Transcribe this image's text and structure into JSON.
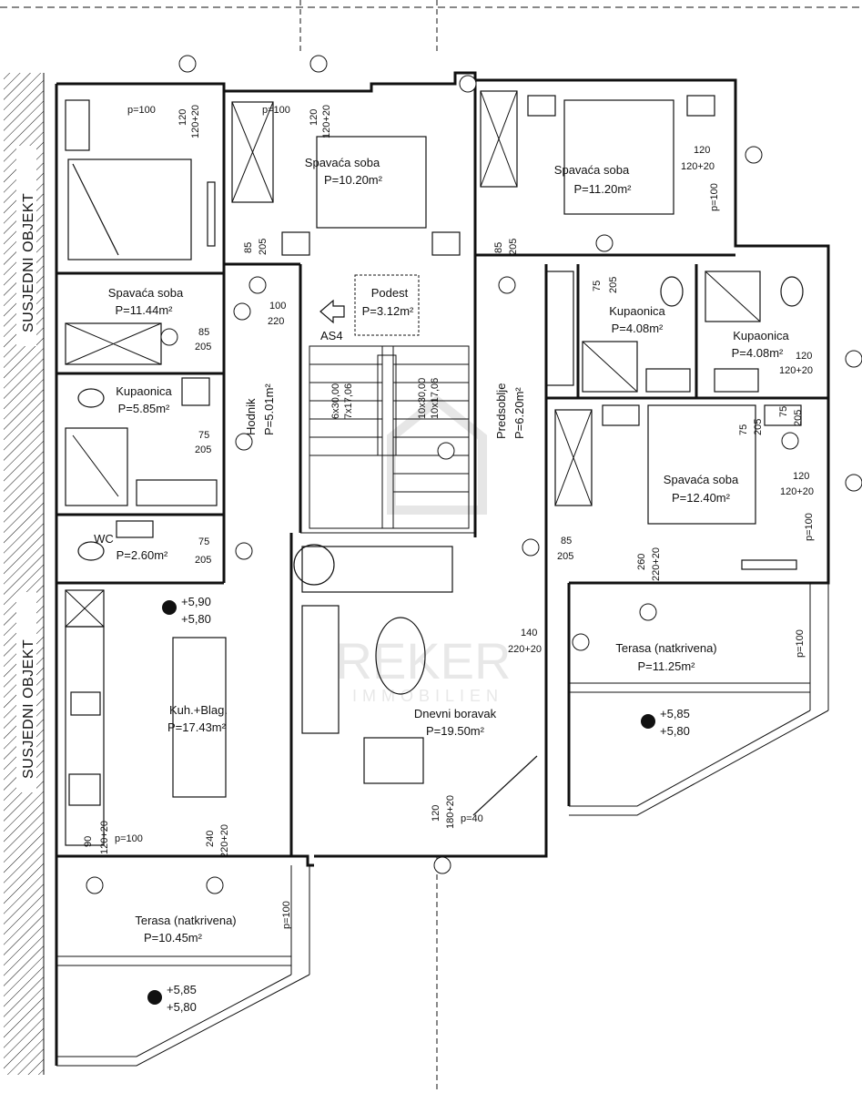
{
  "neighbors": [
    "SUSJEDNI OBJEKT",
    "SUSJEDNI OBJEKT"
  ],
  "watermark": {
    "brand": "REKER",
    "sub": "IMMOBILIEN"
  },
  "markers": [
    "AS4"
  ],
  "rooms": [
    {
      "name": "Spavaća soba",
      "area": "P=11.44m²"
    },
    {
      "name": "Spavaća soba",
      "area": "P=10.20m²"
    },
    {
      "name": "Spavaća soba",
      "area": "P=11.20m²"
    },
    {
      "name": "Podest",
      "area": "P=3.12m²"
    },
    {
      "name": "Kupaonica",
      "area": "P=5.85m²"
    },
    {
      "name": "Hodnik",
      "area": "P=5.01m²"
    },
    {
      "name": "Predsoblje",
      "area": "P=6.20m²"
    },
    {
      "name": "Kupaonica",
      "area": "P=4.08m²"
    },
    {
      "name": "Kupaonica",
      "area": "P=4.08m²"
    },
    {
      "name": "Spavaća soba",
      "area": "P=12.40m²"
    },
    {
      "name": "WC",
      "area": "P=2.60m²"
    },
    {
      "name": "Kuh.+Blag.",
      "area": "P=17.43m²"
    },
    {
      "name": "Dnevni boravak",
      "area": "P=19.50m²"
    },
    {
      "name": "Terasa (natkrivena)",
      "area": "P=11.25m²"
    },
    {
      "name": "Terasa (natkrivena)",
      "area": "P=10.45m²"
    }
  ],
  "levels": [
    {
      "upper": "+5,90",
      "lower": "+5,80"
    },
    {
      "upper": "+5,85",
      "lower": "+5,80"
    },
    {
      "upper": "+5,85",
      "lower": "+5,80"
    }
  ],
  "stairs": [
    "6x30,00",
    "7x17,06",
    "10x30,00",
    "10x17,06"
  ],
  "dims": [
    "p=100",
    "120",
    "120+20",
    "p=100",
    "120",
    "120+20",
    "120",
    "120+20",
    "p=100",
    "85",
    "205",
    "85",
    "205",
    "100",
    "220",
    "85",
    "205",
    "75",
    "205",
    "75",
    "205",
    "75",
    "205",
    "75",
    "205",
    "120",
    "120+20",
    "120",
    "120+20",
    "p=100",
    "85",
    "205",
    "260",
    "220+20",
    "140",
    "220+20",
    "p=100",
    "90",
    "120+20",
    "p=100",
    "240",
    "220+20",
    "120",
    "180+20",
    "p=40",
    "p=100",
    "75",
    "205"
  ]
}
